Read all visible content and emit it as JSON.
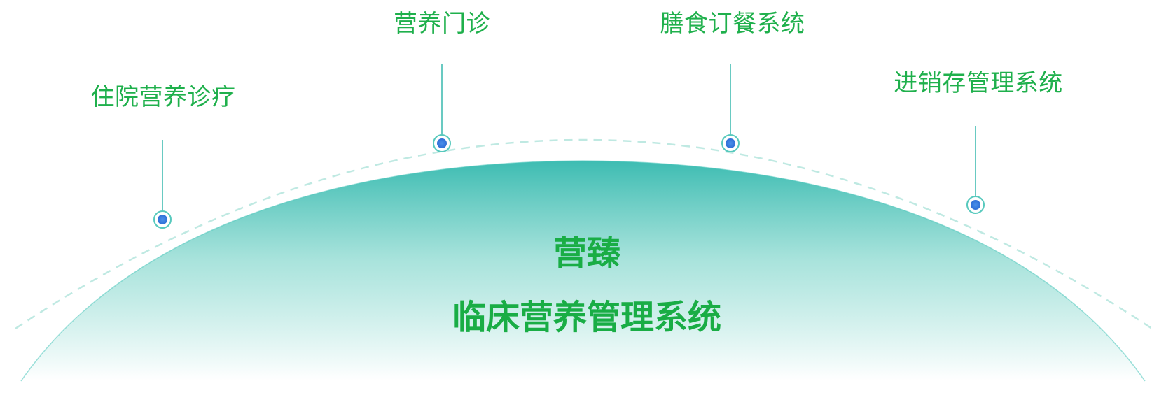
{
  "title": {
    "brand": "营臻",
    "main": "临床营养管理系统"
  },
  "nodes": [
    {
      "id": "inpatient",
      "label": "住院营养诊疗"
    },
    {
      "id": "outpatient",
      "label": "营养门诊"
    },
    {
      "id": "meal",
      "label": "膳食订餐系统"
    },
    {
      "id": "inventory",
      "label": "进销存管理系统"
    }
  ],
  "colors": {
    "label": "#1fb04c",
    "title": "#19ad45",
    "dome_top": "#3dbcb2",
    "dome_bottom": "#ffffff",
    "connector": "#37b8ad",
    "dot": "#3a7ee0",
    "arc_dash": "#bfe9e2"
  }
}
